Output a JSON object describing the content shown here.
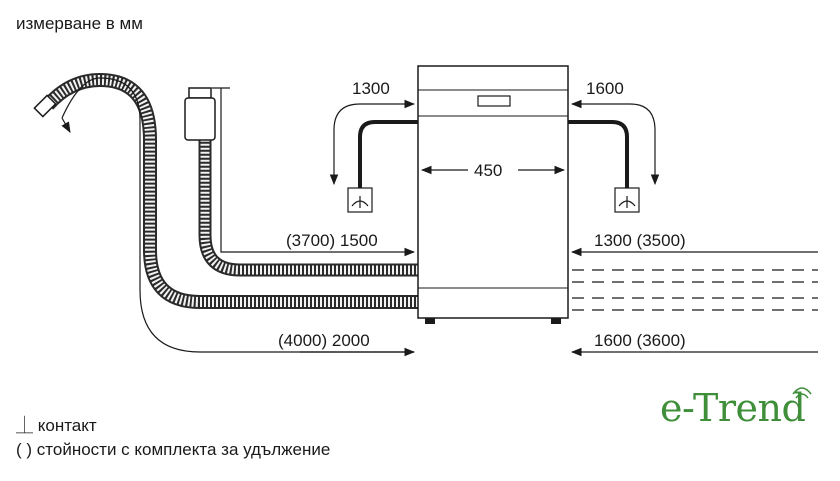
{
  "header": {
    "units_caption": "измерване в мм"
  },
  "dimensions": {
    "left_top": "1300",
    "right_top": "1600",
    "width": "450",
    "left_mid": "(3700) 1500",
    "right_mid": "1300 (3500)",
    "left_bottom": "(4000) 2000",
    "right_bottom": "1600 (3600)"
  },
  "legend": {
    "socket_symbol": "⏊",
    "socket_label": "контакт",
    "paren_symbol": "( )",
    "paren_label": "стойности с комплекта за удължение"
  },
  "brand": {
    "logo_text": "e-Trend",
    "color": "#3f8f3a"
  },
  "colors": {
    "line": "#1a1a1a",
    "hose": "#2a2a2a",
    "hose_fill": "#f2f2f2"
  }
}
